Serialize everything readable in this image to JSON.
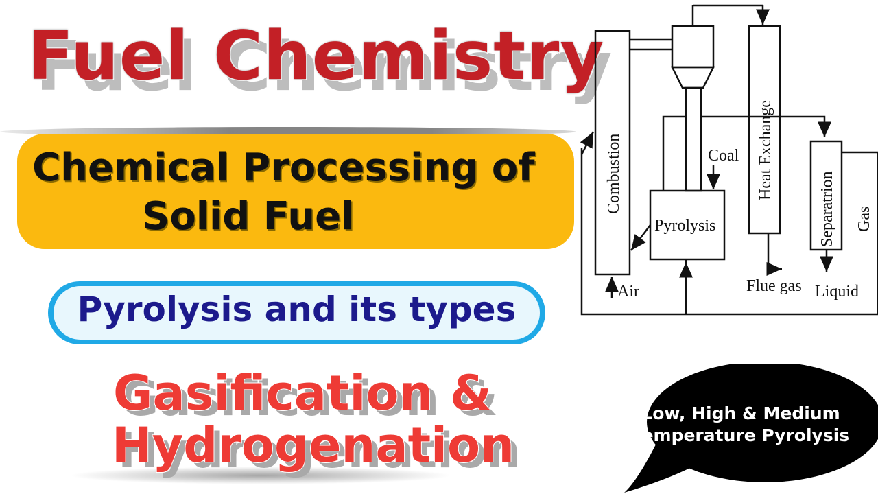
{
  "title": "Fuel Chemistry",
  "banner": {
    "line1": "Chemical Processing of",
    "line2": "Solid Fuel"
  },
  "topic": "Pyrolysis and its types",
  "subtopic": {
    "line1": "Gasification &",
    "line2": "Hydrogenation"
  },
  "bubble": {
    "line1": "Low, High & Medium",
    "line2": "Temperature Pyrolysis"
  },
  "diagram": {
    "combustion": "Combustion",
    "heat_exchange": "Heat Exchange",
    "separation": "Separatrion",
    "gas": "Gas",
    "coal": "Coal",
    "pyrolysis": "Pyrolysis",
    "air": "Air",
    "flue_gas": "Flue gas",
    "liquid": "Liquid"
  },
  "colors": {
    "title_red": "#c32026",
    "banner_yellow": "#fbb90f",
    "pill_blue": "#20a9e6",
    "topic_navy": "#1c1a8c",
    "subtopic_red": "#ee3b35",
    "bubble_black": "#000000"
  }
}
